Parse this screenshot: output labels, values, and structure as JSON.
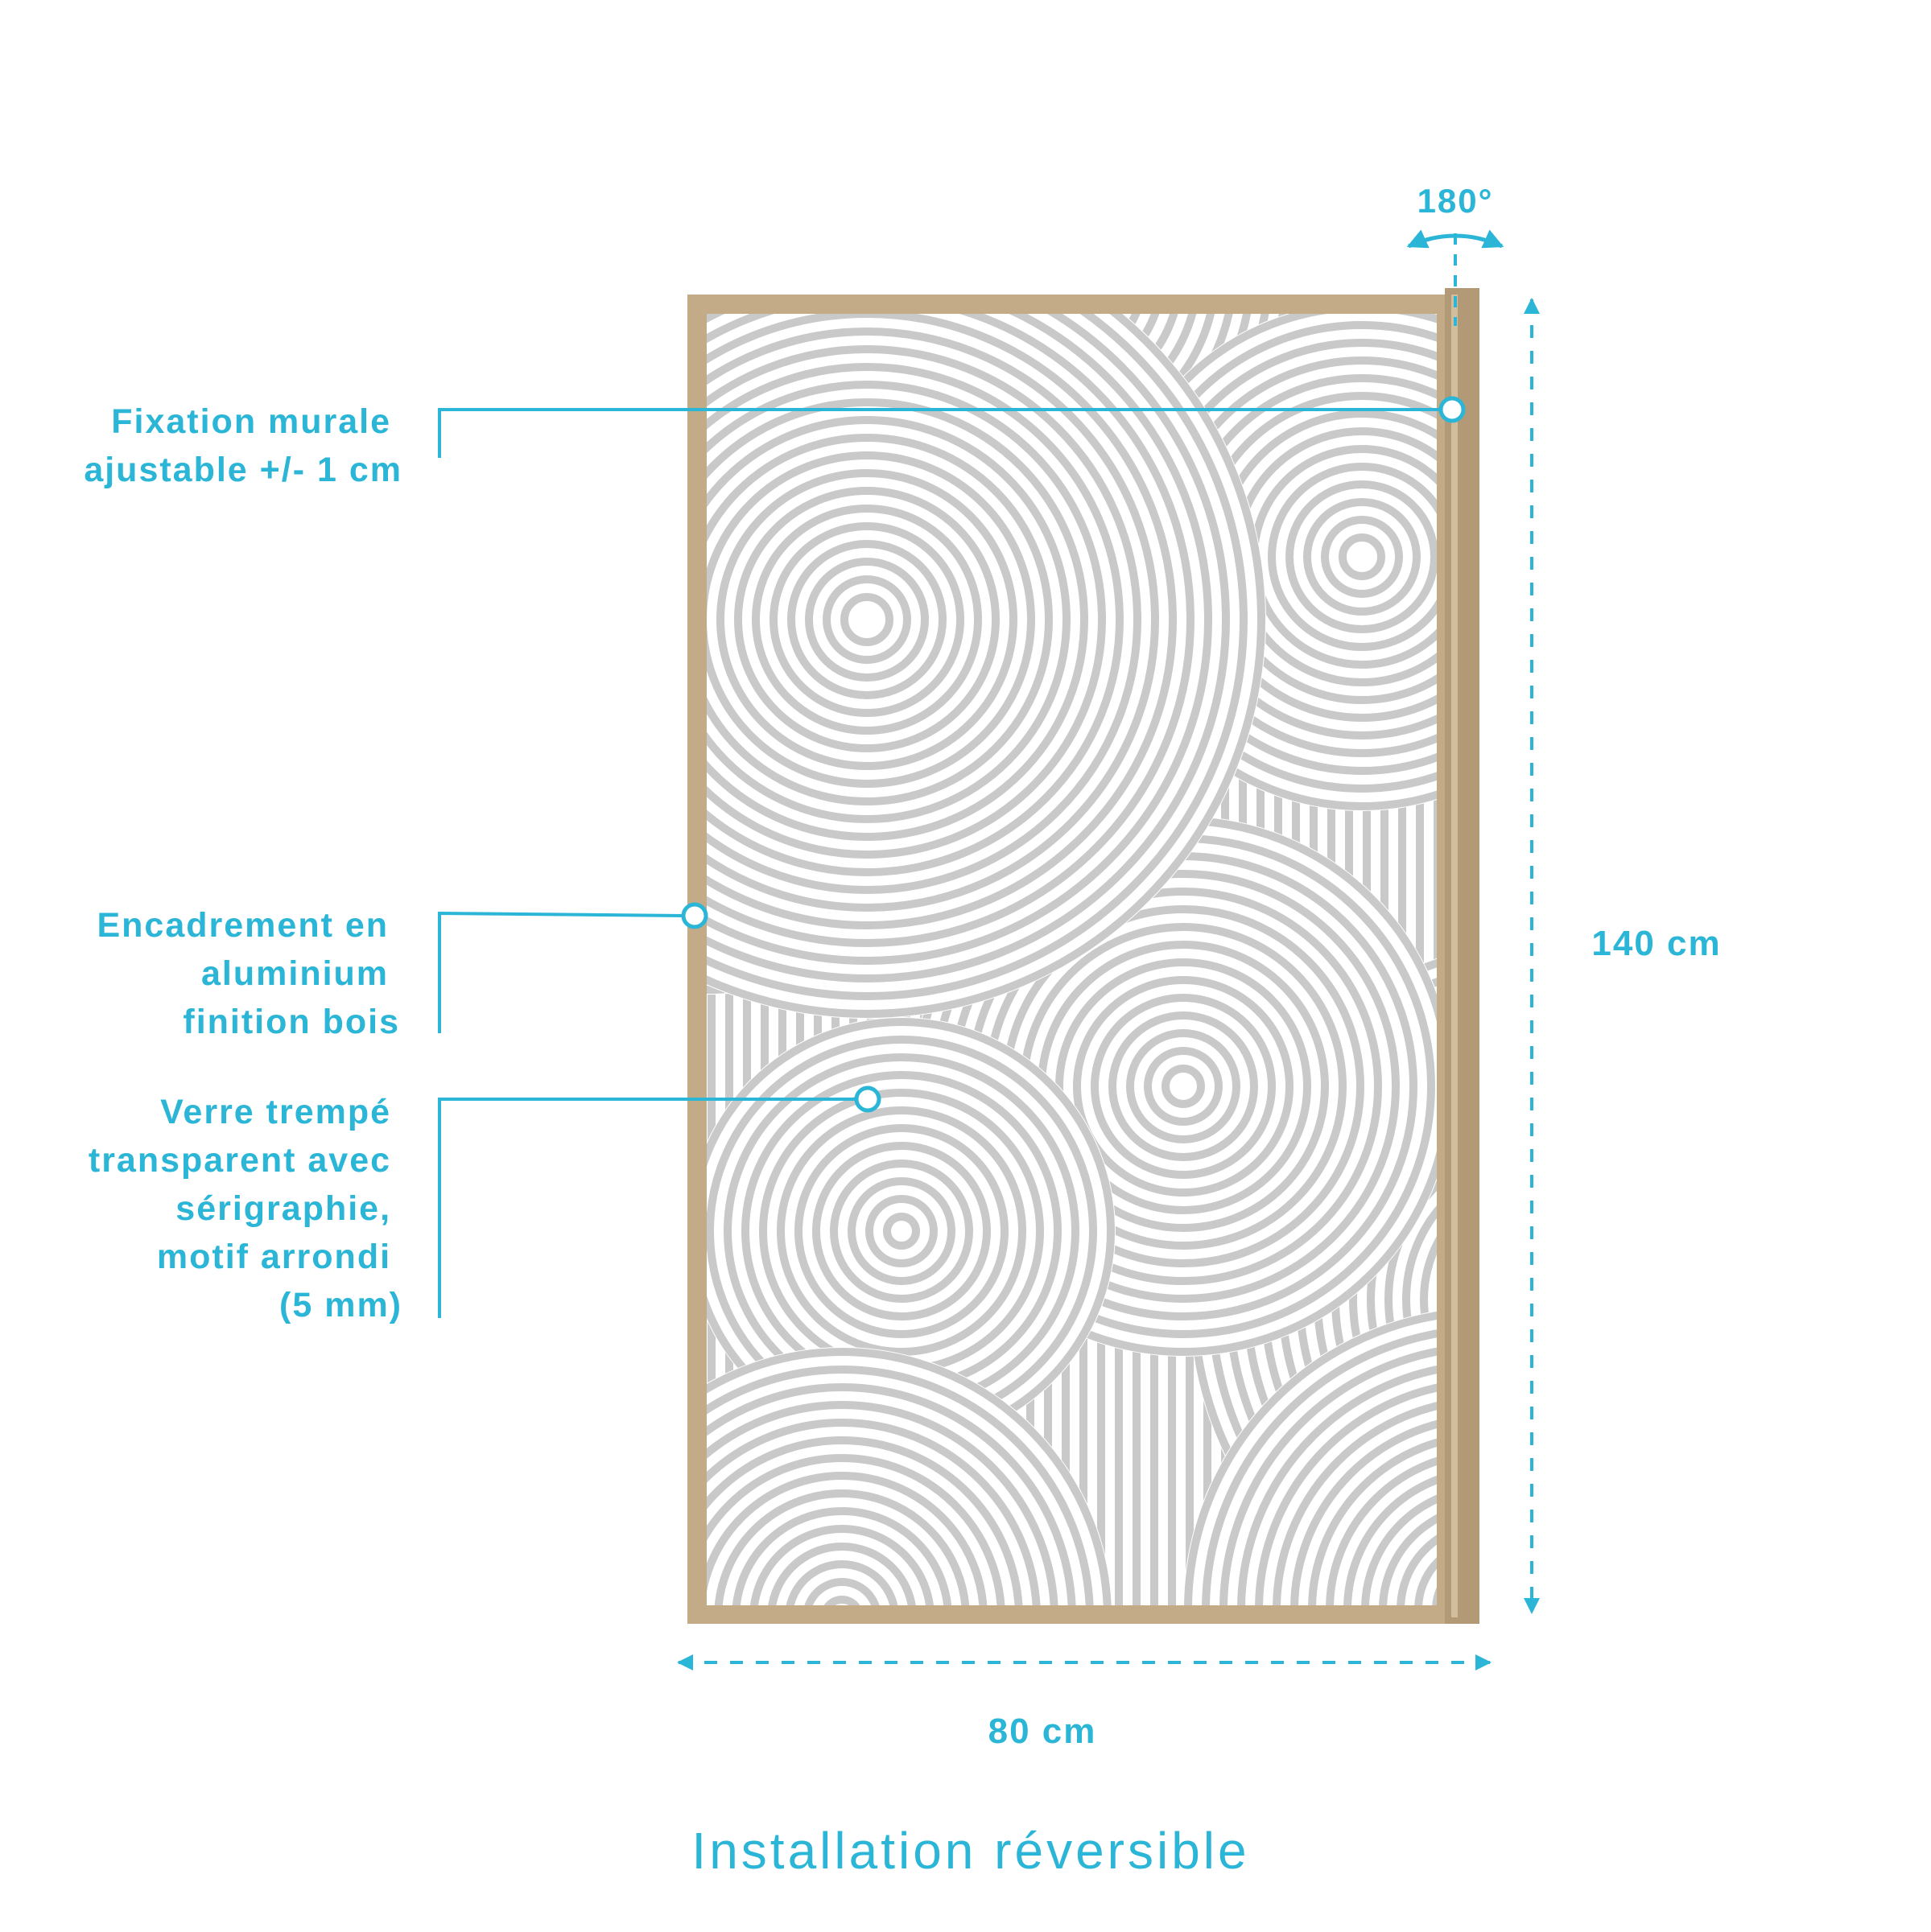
{
  "colors": {
    "accent": "#2bb5d6",
    "frame": "#c4ab88",
    "frame_dark": "#a98f6c",
    "pattern": "#c9c9c9"
  },
  "angle_label": "180°",
  "height_label": "140 cm",
  "width_label": "80 cm",
  "title": "Installation réversible",
  "callouts": {
    "fixation": [
      "Fixation murale",
      "ajustable +/- 1 cm"
    ],
    "frame": [
      "Encadrement en",
      "aluminium",
      "finition bois"
    ],
    "glass": [
      "Verre trempé",
      "transparent avec",
      "sérigraphie,",
      "motif arrondi",
      "(5 mm)"
    ]
  }
}
